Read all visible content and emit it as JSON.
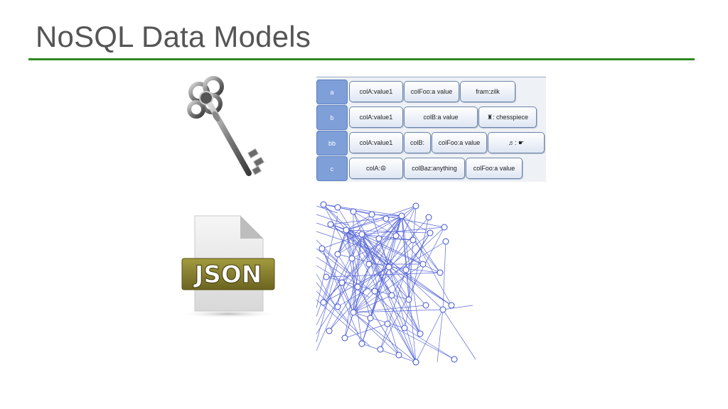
{
  "slide": {
    "title": "NoSQL Data Models",
    "accent_color": "#2e8b1f"
  },
  "icons": {
    "key": "skeleton-key-icon",
    "json": "json-file-icon",
    "graph": "graph-network-icon"
  },
  "column_family": {
    "rows": [
      {
        "key": "a",
        "cells": [
          "colA:value1",
          "colFoo:a value",
          "fram:zilk"
        ]
      },
      {
        "key": "b",
        "cells": [
          "colA:value1",
          "colB:a value",
          "♜: chesspiece"
        ]
      },
      {
        "key": "bb",
        "cells": [
          "colA:value1",
          "colB:",
          "colFoo:a value",
          "♬: ☛"
        ]
      },
      {
        "key": "c",
        "cells": [
          "colA:☮",
          "colBaz:anything",
          "colFoo:a value"
        ]
      }
    ]
  },
  "json_file": {
    "label": "JSON"
  }
}
